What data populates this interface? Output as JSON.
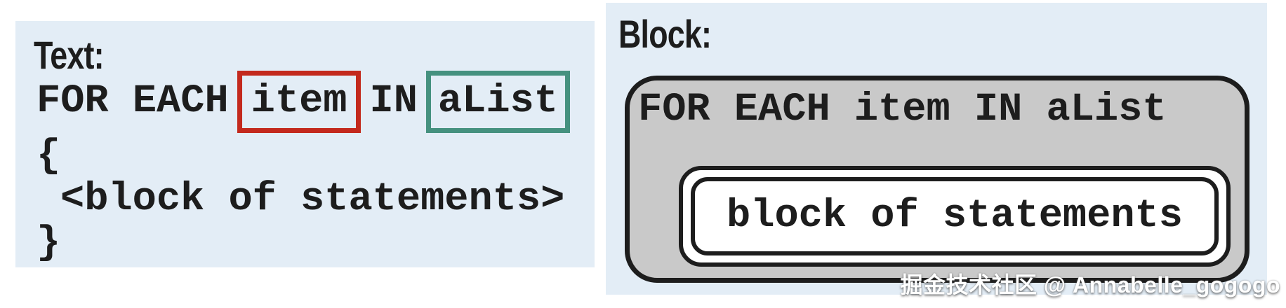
{
  "text_panel": {
    "label": "Text:",
    "code": {
      "keyword_for_each": "FOR EACH",
      "item_var": "item",
      "keyword_in": "IN",
      "list_var": "aList",
      "open_brace": "{",
      "block_line": "<block of statements>",
      "close_brace": "}"
    }
  },
  "block_panel": {
    "label": "Block:",
    "header_line": "FOR EACH item IN aList",
    "inner_block": "block of statements"
  },
  "watermark": "掘金技术社区 @ Annabelle_gogogo",
  "colors": {
    "panel_bg": "#e3edf6",
    "item_box_border": "#c3291d",
    "list_box_border": "#45917f",
    "block_fill": "#c9c9c9",
    "outline": "#1d1d1d",
    "watermark_text": "#ffffff"
  }
}
